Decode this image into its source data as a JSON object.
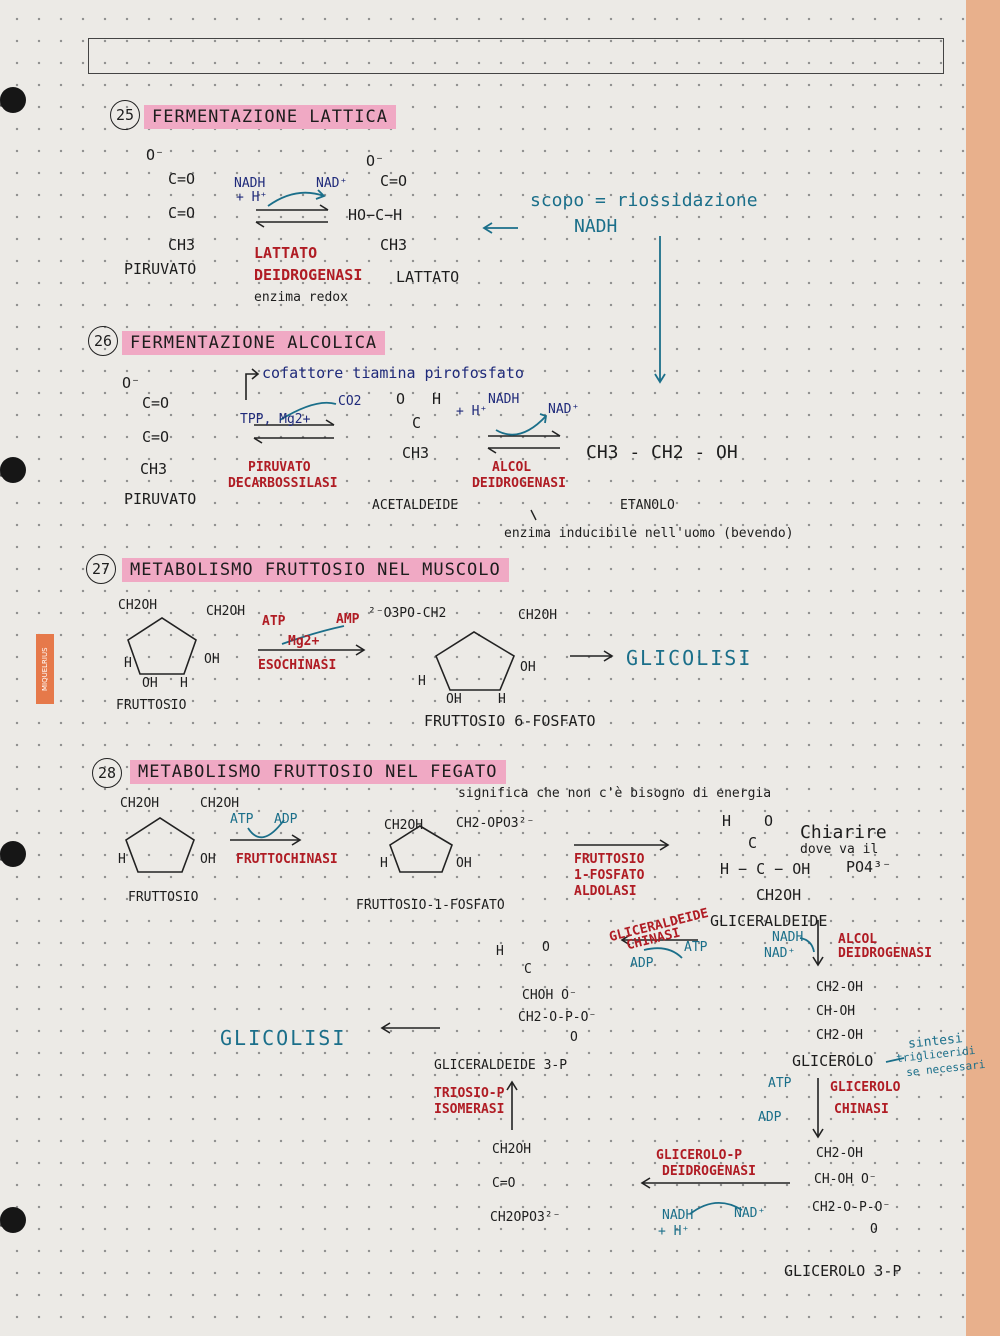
{
  "sections": [
    {
      "number": "25",
      "title": "FERMENTAZIONE LATTICA"
    },
    {
      "number": "26",
      "title": "FERMENTAZIONE ALCOLICA"
    },
    {
      "number": "27",
      "title": "METABOLISMO FRUTTOSIO NEL MUSCOLO"
    },
    {
      "number": "28",
      "title": "METABOLISMO FRUTTOSIO NEL FEGATO"
    }
  ],
  "s25": {
    "o_minus": "O⁻",
    "c_o_top": "C=O",
    "c_o_mid": "C=O",
    "ch3": "CH3",
    "pyruvate": "PIRUVATO",
    "nadh": "NADH",
    "h_plus": "+ H⁺",
    "nad_plus": "NAD⁺",
    "lact_o": "O⁻",
    "lact_c": "C=O",
    "lact_choh": "HO−C−H",
    "lact_ch3": "CH3",
    "enzyme_line1": "LATTATO",
    "enzyme_line2": "DEIDROGENASI",
    "lactate": "LATTATO",
    "enzyme_note": "enzima redox",
    "purpose_line1": "scopo = riossidazione",
    "purpose_line2": "NADH"
  },
  "s26": {
    "cofactor": "cofattore tiamina pirofosfato",
    "o_minus": "O⁻",
    "c_o_top": "C=O",
    "c_o_mid": "C=O",
    "ch3": "CH3",
    "pyruvate": "PIRUVATO",
    "tpp": "TPP, Mg2+",
    "co2": "CO2",
    "enzyme1_line1": "PIRUVATO",
    "enzyme1_line2": "DECARBOSSILASI",
    "acet_o": "O",
    "acet_h": "H",
    "acet_c": "C",
    "acet_ch3": "CH3",
    "acetaldehyde": "ACETALDEIDE",
    "nadh": "NADH",
    "h_plus": "+ H⁺",
    "nad_plus": "NAD⁺",
    "enzyme2_line1": "ALCOL",
    "enzyme2_line2": "DEIDROGENASI",
    "ethanol_formula": "CH3 - CH2 - OH",
    "ethanol": "ETANOLO",
    "note": "enzima inducibile nell'uomo (bevendo)"
  },
  "s27": {
    "ch2oh_a": "CH2OH",
    "ch2oh_b": "CH2OH",
    "fru_oh": "OH",
    "fru_h": "H",
    "fru_oh2": "OH",
    "fru_h2": "H",
    "fructose": "FRUTTOSIO",
    "atp": "ATP",
    "amp": "AMP",
    "mg": "Mg2+",
    "enzyme": "ESOCHINASI",
    "f6p_top": "²⁻O3PO-CH2",
    "f6p_ch2oh": "CH2OH",
    "f6p_oh": "OH",
    "f6p_oh2": "OH",
    "f6p_h": "H",
    "f6p_h2": "H",
    "f6p": "FRUTTOSIO 6-FOSFATO",
    "glycolysis": "GLICOLISI"
  },
  "s28": {
    "ch2oh_a": "CH2OH",
    "ch2oh_b": "CH2OH",
    "fru_oh": "OH",
    "fru_h": "H",
    "fructose": "FRUTTOSIO",
    "atp": "ATP",
    "adp": "ADP",
    "enzyme1": "FRUTTOCHINASI",
    "note": "significa che non c'è bisogno di energia",
    "f1p_ch2oh": "CH2OH",
    "f1p_top": "CH2-OPO3²⁻",
    "f1p_oh": "OH",
    "f1p_h": "H",
    "f1p": "FRUTTOSIO-1-FOSFATO",
    "enzyme2_line1": "FRUTTOSIO",
    "enzyme2_line2": "1-FOSFATO",
    "enzyme2_line3": "ALDOLASI",
    "gly_h": "H",
    "gly_o": "O",
    "gly_c": "C",
    "gly_choh": "H − C − OH",
    "gly_ch2oh": "CH2OH",
    "glyceraldehyde": "GLICERALDEIDE",
    "clarify_line1": "Chiarire",
    "clarify_line2": "dove va il",
    "clarify_line3": "PO4³⁻",
    "kinase_line1": "GLICERALDEIDE",
    "kinase_line2": "CHINASI",
    "kinase_atp": "ATP",
    "kinase_adp": "ADP",
    "g3p_h": "H",
    "g3p_o": "O",
    "g3p_c": "C",
    "g3p_choh": "CHOH O⁻",
    "g3p_ch2": "CH2-O-P-O⁻",
    "g3p_o2": "O",
    "g3p": "GLICERALDEIDE 3-P",
    "glycolysis": "GLICOLISI",
    "alcdh_nadh": "NADH",
    "alcdh_nad": "NAD⁺",
    "alcdh_line1": "ALCOL",
    "alcdh_line2": "DEIDROGENASI",
    "glycerol_l1": "CH2-OH",
    "glycerol_l2": "CH-OH",
    "glycerol_l3": "CH2-OH",
    "glycerol": "GLICEROLO",
    "synth_line1": "sintesi",
    "synth_line2": "trigliceridi",
    "synth_line3": "se necessari",
    "gk_atp": "ATP",
    "gk_adp": "ADP",
    "gk_line1": "GLICEROLO",
    "gk_line2": "CHINASI",
    "g3pp_l1": "CH2-OH",
    "g3pp_l2": "CH-OH O⁻",
    "g3pp_l3": "CH2-O-P-O⁻",
    "g3pp_l4": "O",
    "glycerol3p": "GLICEROLO 3-P",
    "g3pdh_line1": "GLICEROLO-P",
    "g3pdh_line2": "DEIDROGENASI",
    "g3pdh_nadh": "NADH",
    "g3pdh_h": "+ H⁺",
    "g3pdh_nad": "NAD⁺",
    "tim_line1": "TRIOSIO-P",
    "tim_line2": "ISOMERASI",
    "dhap_l1": "CH2OH",
    "dhap_l2": "C=O",
    "dhap_l3": "CH2OPO3²⁻"
  },
  "sidebar_brand": "MIQUELRIUS"
}
